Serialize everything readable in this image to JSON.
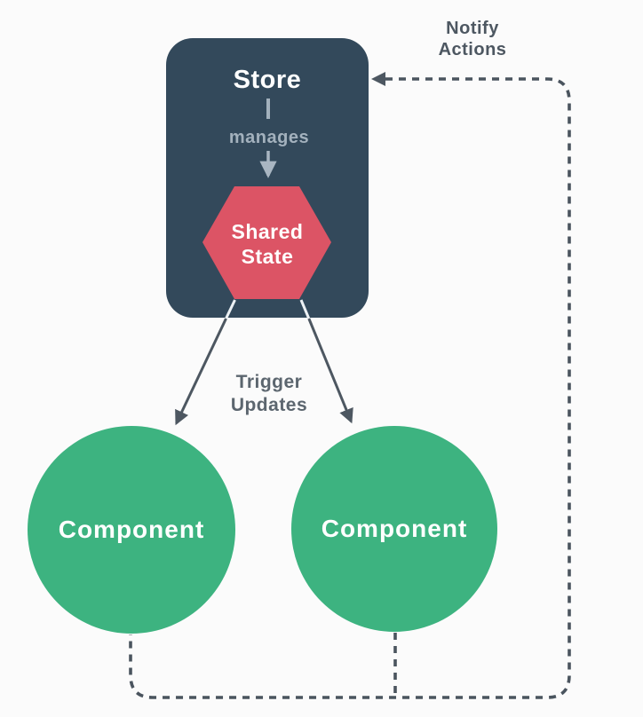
{
  "diagram": {
    "kind": "state-management-flow",
    "store": {
      "label": "Store",
      "relation_label": "manages"
    },
    "shared_state": {
      "label_line1": "Shared",
      "label_line2": "State"
    },
    "components": [
      {
        "label": "Component"
      },
      {
        "label": "Component"
      }
    ],
    "edges": {
      "trigger_label_line1": "Trigger",
      "trigger_label_line2": "Updates",
      "notify_label_line1": "Notify",
      "notify_label_line2": "Actions"
    },
    "colors": {
      "background": "#fbfbfb",
      "store_fill": "#33495b",
      "shared_state_fill": "#dc5465",
      "component_fill": "#3db380",
      "white_text": "#ffffff",
      "muted_label": "#a3b1bd",
      "light_arrow": "#a9b6c2",
      "arrow_on_dark": "#edf1f4",
      "solid_arrow": "#4d5761",
      "dashed_arrow": "#4a545e",
      "trigger_text": "#5c666f",
      "notify_text": "#4d5761"
    }
  }
}
